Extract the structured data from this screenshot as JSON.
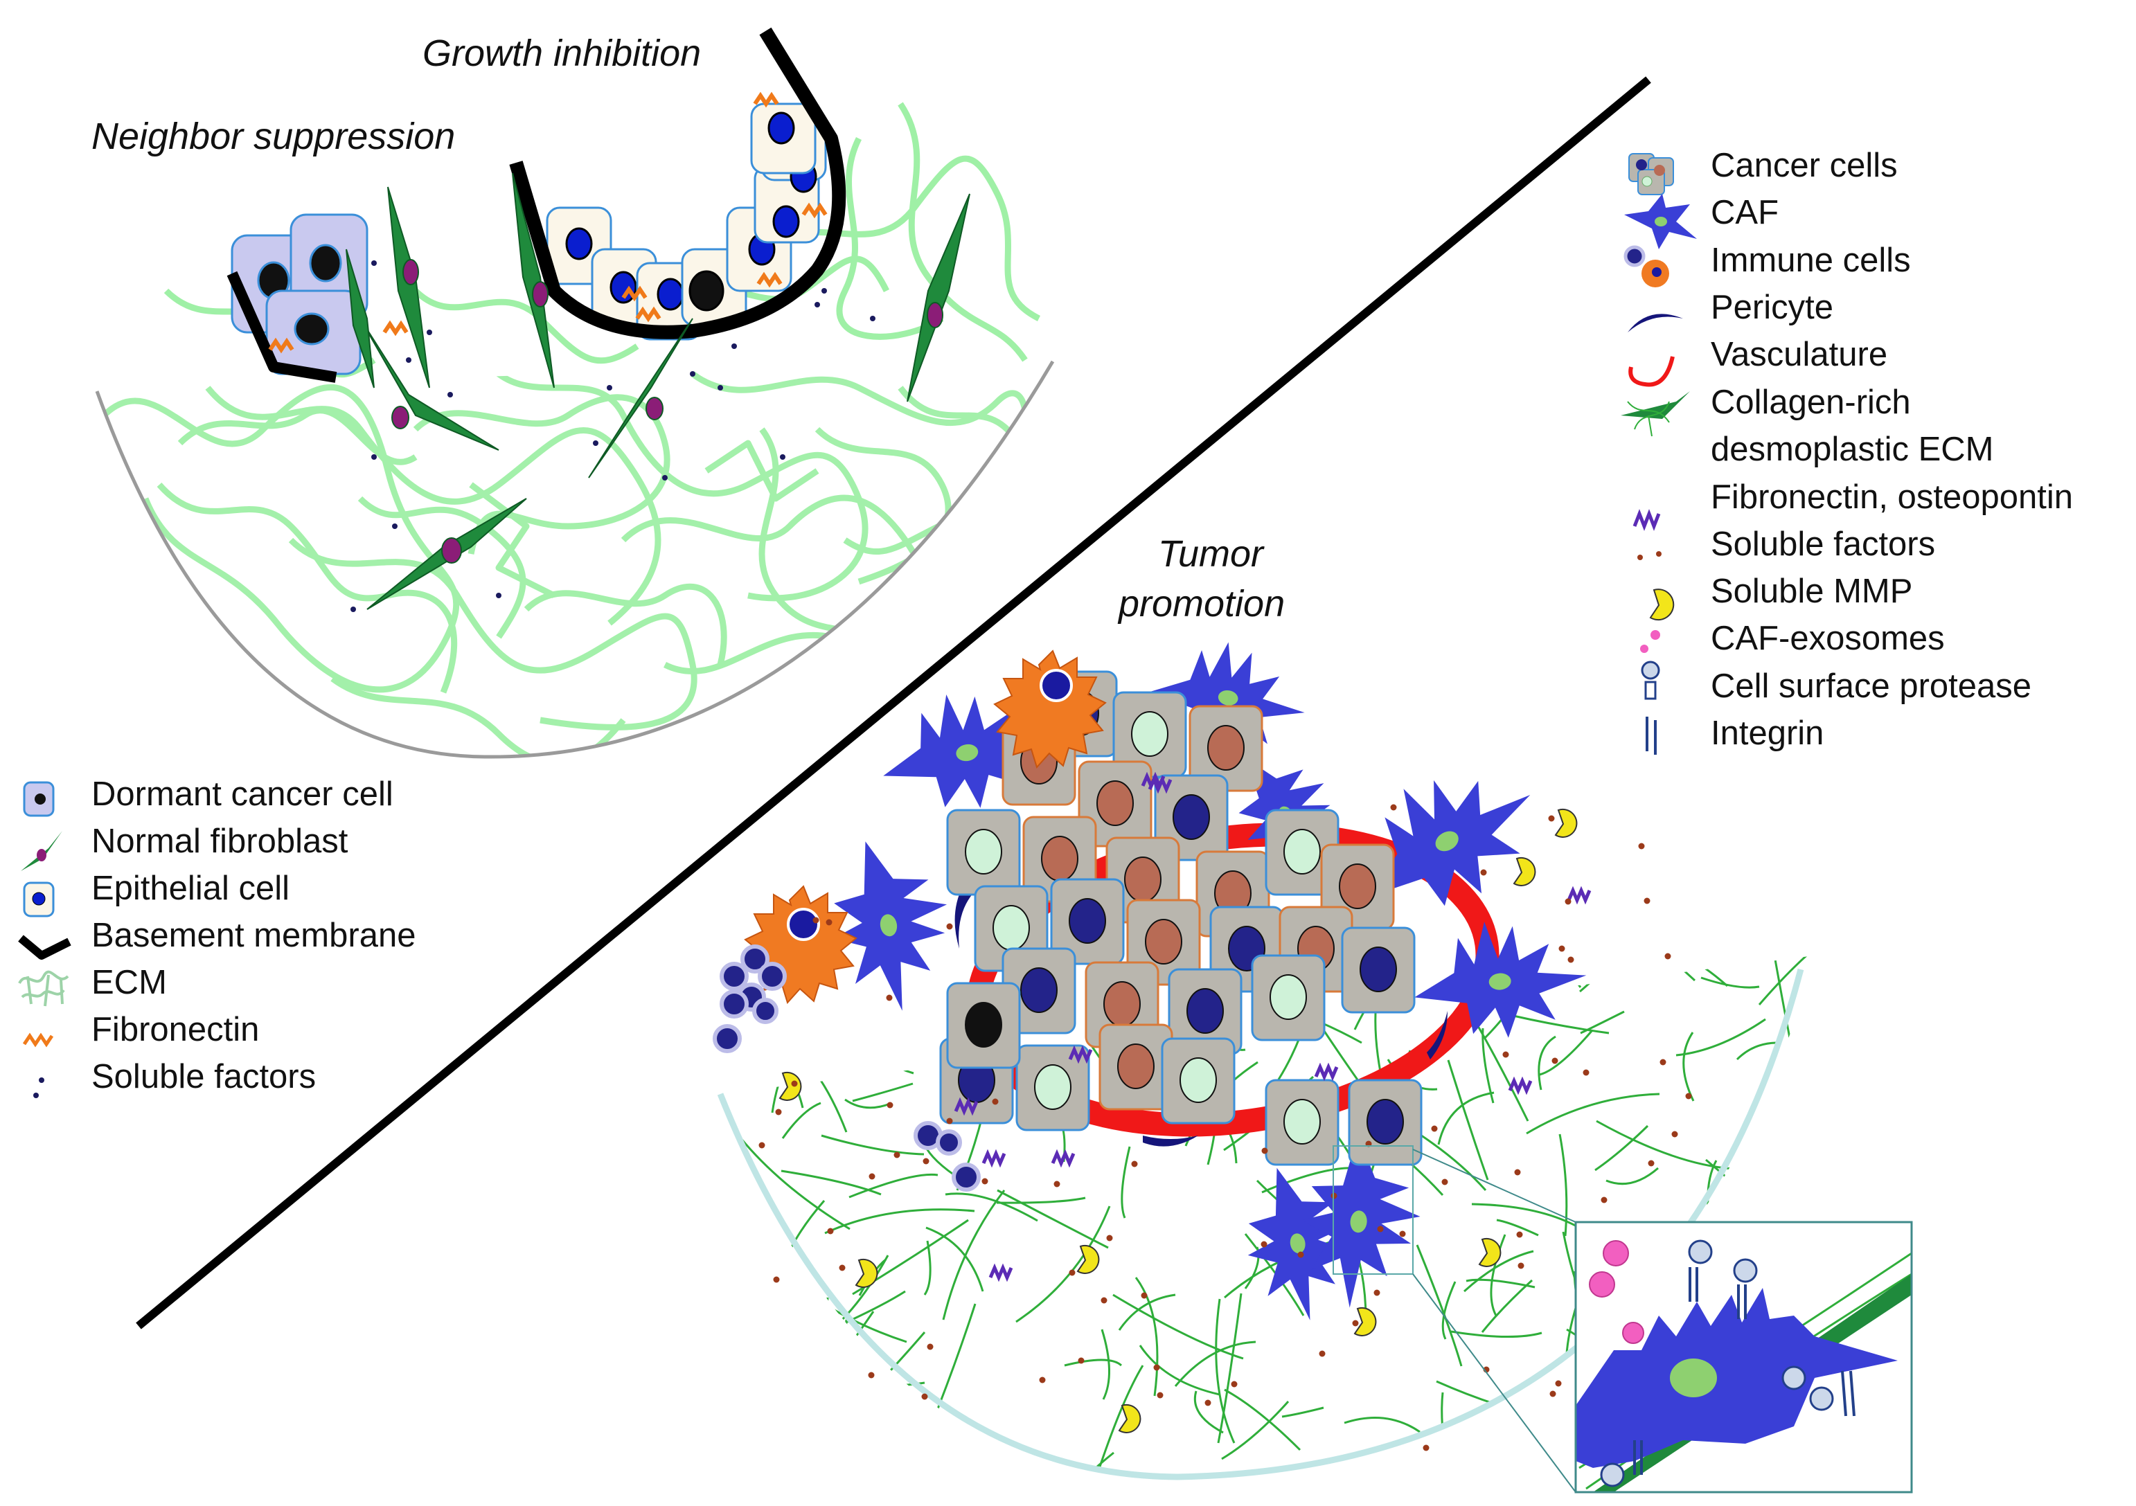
{
  "panels": {
    "normal": {
      "label_neighbor": "Neighbor suppression",
      "label_growth": "Growth inhibition"
    },
    "tumor": {
      "label_line1": "Tumor",
      "label_line2": "promotion"
    }
  },
  "legend_left": [
    {
      "icon": "dormant-cancer-cell-icon",
      "label": "Dormant cancer cell"
    },
    {
      "icon": "normal-fibroblast-icon",
      "label": "Normal fibroblast"
    },
    {
      "icon": "epithelial-cell-icon",
      "label": "Epithelial cell"
    },
    {
      "icon": "basement-membrane-icon",
      "label": "Basement membrane"
    },
    {
      "icon": "ecm-icon",
      "label": "ECM"
    },
    {
      "icon": "fibronectin-icon",
      "label": "Fibronectin"
    },
    {
      "icon": "soluble-factors-icon",
      "label": "Soluble factors"
    }
  ],
  "legend_right": [
    {
      "icon": "cancer-cells-icon",
      "label": "Cancer cells"
    },
    {
      "icon": "caf-icon",
      "label": "CAF"
    },
    {
      "icon": "immune-cells-icon",
      "label": "Immune cells"
    },
    {
      "icon": "pericyte-icon",
      "label": "Pericyte"
    },
    {
      "icon": "vasculature-icon",
      "label": "Vasculature"
    },
    {
      "icon": "collagen-ecm-icon",
      "label": "Collagen-rich",
      "label2": "desmoplastic ECM"
    },
    {
      "icon": "fibronectin-osteopontin-icon",
      "label": "Fibronectin, osteopontin"
    },
    {
      "icon": "tumor-soluble-factors-icon",
      "label": "Soluble factors"
    },
    {
      "icon": "soluble-mmp-icon",
      "label": "Soluble MMP"
    },
    {
      "icon": "caf-exosomes-icon",
      "label": "CAF-exosomes"
    },
    {
      "icon": "cell-surface-protease-icon",
      "label": "Cell surface protease"
    },
    {
      "icon": "integrin-icon",
      "label": "Integrin"
    }
  ],
  "colors": {
    "ecm_light": "#9ff0a6",
    "collagen": "#2fae3a",
    "fibroblast": "#1f8a3c",
    "caf": "#3a3fd6",
    "vessel": "#f01818",
    "cancer_gray": "#b9b6ae",
    "nucleus_blue": "#23238a",
    "nucleus_brown": "#b86b55",
    "nucleus_green": "#cff2d8",
    "immune_orange": "#f07a22",
    "mmp_yellow": "#f2e51a",
    "fibronectin_orange": "#f07a1a",
    "divider": "#000000"
  }
}
